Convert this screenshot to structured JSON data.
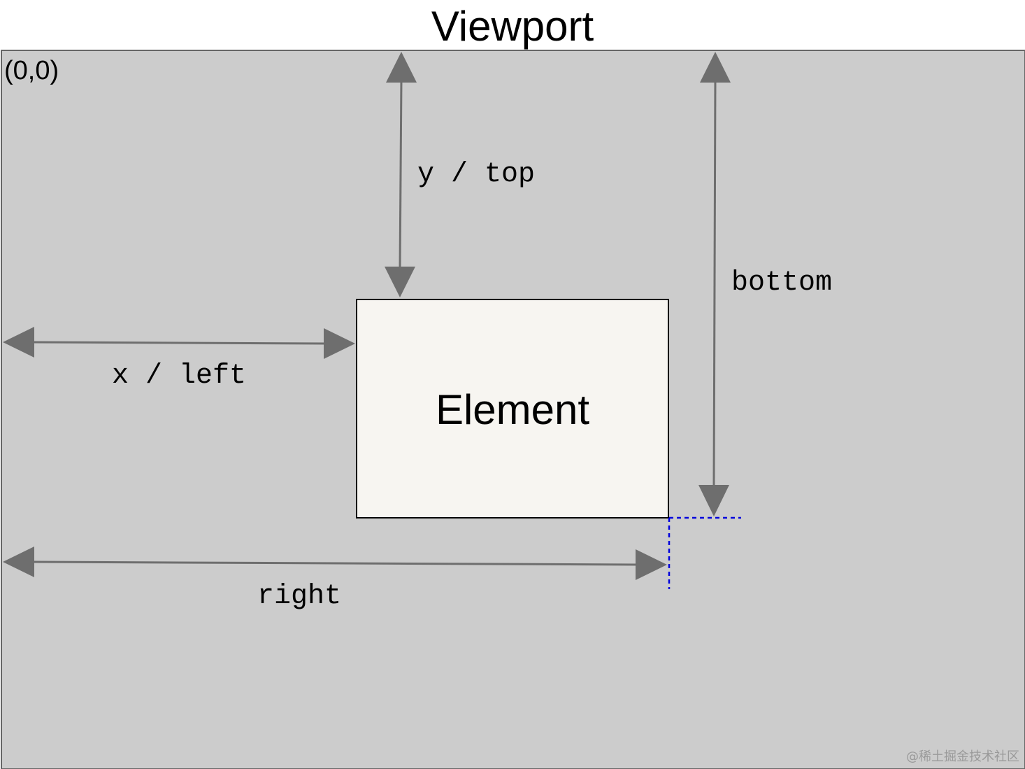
{
  "title": "Viewport",
  "origin_label": "(0,0)",
  "element_label": "Element",
  "measurements": {
    "top": "y / top",
    "left": "x / left",
    "bottom": "bottom",
    "right": "right"
  },
  "watermark": "@稀土掘金技术社区",
  "colors": {
    "viewport_fill": "#cccccc",
    "viewport_border": "#666666",
    "element_fill": "#f7f5f1",
    "arrow": "#6e6e6e",
    "guide": "#0000dd"
  }
}
